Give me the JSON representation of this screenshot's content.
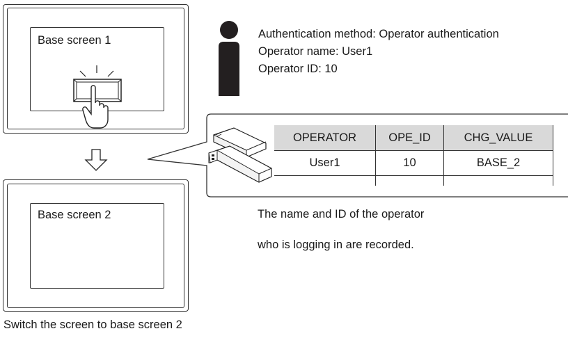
{
  "screens": {
    "top_label": "Base screen 1",
    "bottom_label": "Base screen 2",
    "caption": "Switch the screen to base screen 2"
  },
  "operator": {
    "auth_method": "Authentication method: Operator authentication",
    "name": "Operator name: User1",
    "id": "Operator ID: 10"
  },
  "log_table": {
    "headers": [
      "OPERATOR",
      "OPE_ID",
      "CHG_VALUE"
    ],
    "rows": [
      [
        "User1",
        "10",
        "BASE_2"
      ]
    ]
  },
  "note": {
    "line1": "The name and ID of the operator",
    "line2": "who is logging in are recorded."
  },
  "icons": [
    "operator-person-icon",
    "touch-hand-icon",
    "down-arrow-icon",
    "sd-card-icon",
    "usb-drive-icon"
  ]
}
